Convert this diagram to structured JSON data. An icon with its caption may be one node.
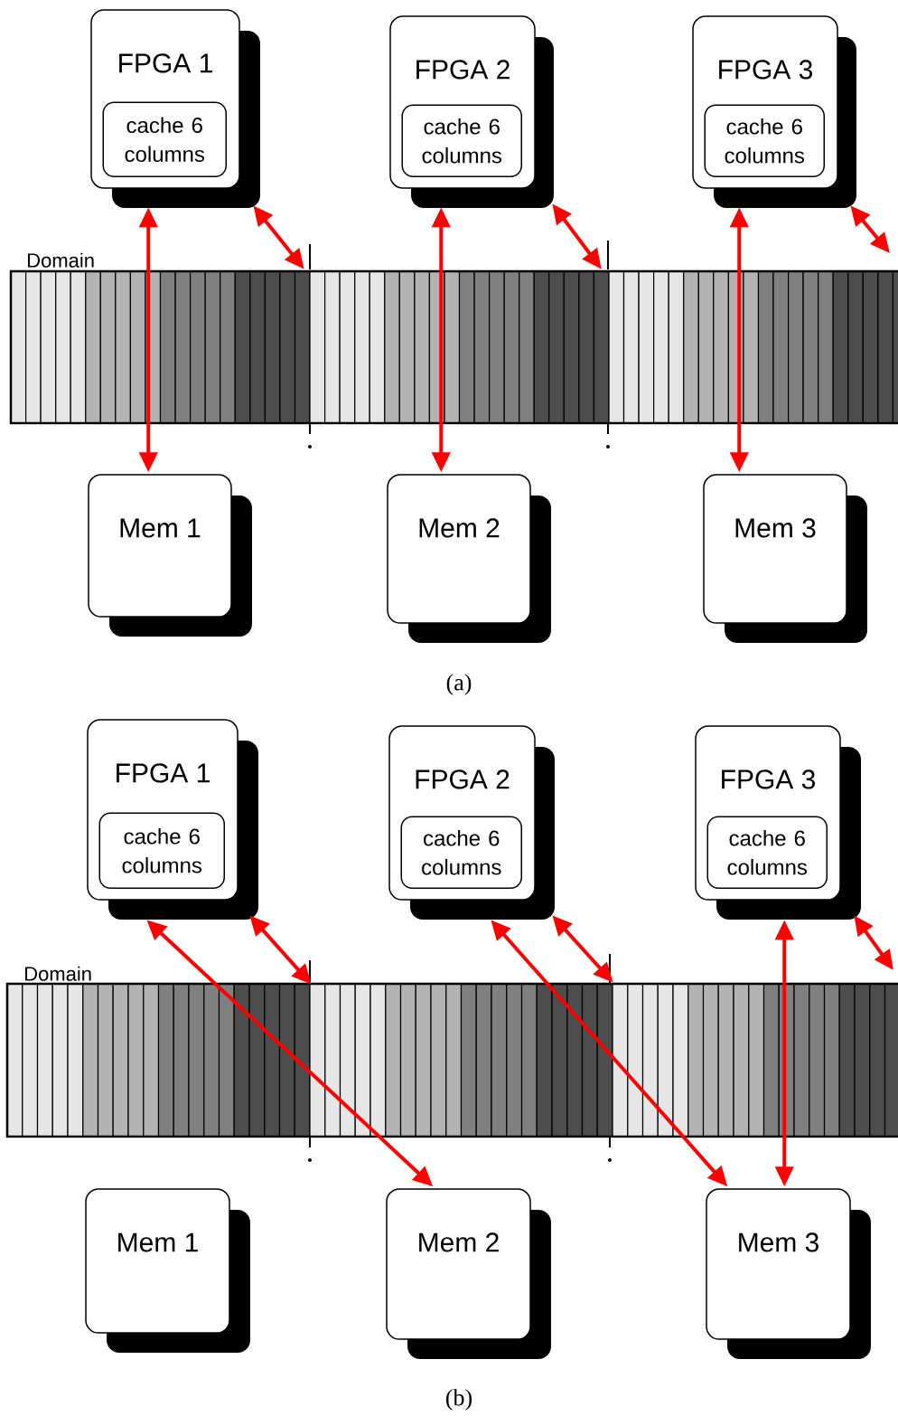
{
  "diagram": {
    "nodes": [
      {
        "text": [
          "FPGA 1"
        ]
      },
      {
        "text": [
          "cache 6 columns"
        ],
        "in": 0
      },
      {
        "text": [
          "FPGA 2"
        ]
      },
      {
        "text": [
          "cache 6 columns"
        ],
        "in": 2
      },
      {
        "text": [
          "FPGA 3"
        ]
      },
      {
        "text": [
          "cache 6 columns"
        ],
        "in": 4
      },
      {
        "text": [],
        "shape": "bar"
      },
      {
        "text": [],
        "shape": "bar"
      },
      {
        "text": [
          "Mem 1"
        ]
      },
      {
        "text": [
          "Mem 2"
        ]
      },
      {
        "text": [
          "Mem 3"
        ]
      },
      {
        "text": [
          "FPGA 1"
        ]
      },
      {
        "text": [
          "cache 6 columns"
        ],
        "in": 11
      },
      {
        "text": [
          "FPGA 2"
        ]
      },
      {
        "text": [
          "cache 6 columns"
        ],
        "in": 13
      },
      {
        "text": [
          "FPGA 3"
        ]
      },
      {
        "text": [
          "cache 6 columns"
        ],
        "in": 15
      },
      {
        "text": [],
        "shape": "bar"
      },
      {
        "text": [],
        "shape": "bar"
      },
      {
        "text": [
          "Mem 1"
        ]
      },
      {
        "text": [
          "Mem 2"
        ]
      },
      {
        "text": [
          "Mem 3"
        ]
      }
    ],
    "edges": [
      {
        "from": 0,
        "to": 8,
        "arrow": "both"
      },
      {
        "from": 2,
        "to": 9,
        "arrow": "both"
      },
      {
        "from": 4,
        "to": 10,
        "arrow": "both"
      },
      {
        "from": 0,
        "to": 6,
        "arrow": "both"
      },
      {
        "from": 2,
        "to": 7,
        "arrow": "both"
      },
      {
        "from": 4,
        "to": null,
        "arrow": "both"
      },
      {
        "from": 11,
        "to": 20,
        "arrow": "both"
      },
      {
        "from": 13,
        "to": 21,
        "arrow": "both"
      },
      {
        "from": 15,
        "to": 21,
        "arrow": "both"
      },
      {
        "from": 11,
        "to": 17,
        "arrow": "both"
      },
      {
        "from": 13,
        "to": 18,
        "arrow": "both"
      },
      {
        "from": 15,
        "to": null,
        "arrow": "both"
      }
    ],
    "labels": [
      "Domain",
      "(a)",
      "Domain",
      "(b)"
    ]
  }
}
